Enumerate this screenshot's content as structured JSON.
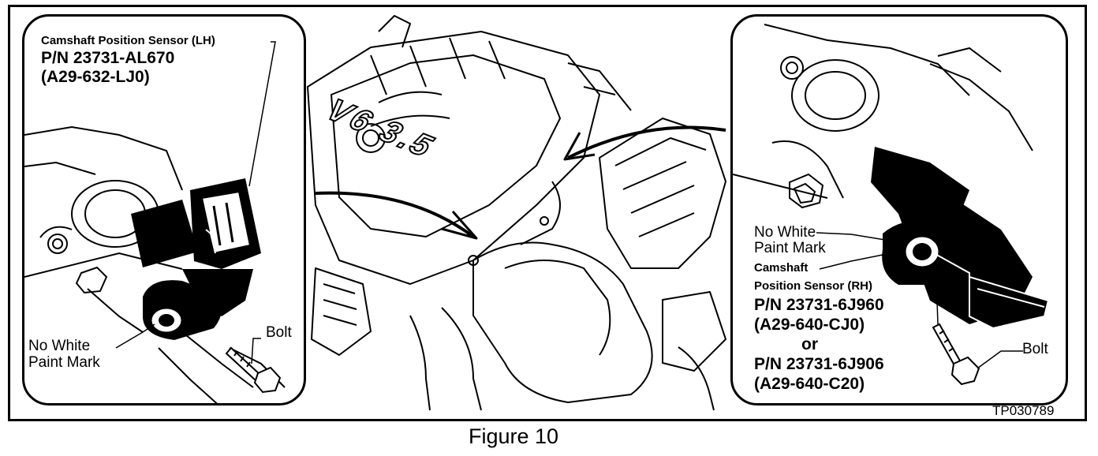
{
  "figure": {
    "caption": "Figure 10",
    "reference_code": "TP030789",
    "engine_badge": "V6 3.5"
  },
  "left_callout": {
    "title": "Camshaft Position Sensor (LH)",
    "part_number": "P/N 23731-AL670",
    "alt_code": "(A29-632-LJ0)",
    "mark_line1": "No White",
    "mark_line2": "Paint Mark",
    "bolt_label": "Bolt"
  },
  "right_callout": {
    "mark_line1": "No White",
    "mark_line2": "Paint Mark",
    "title_line1": "Camshaft",
    "title_line2": "Position Sensor (RH)",
    "part_number_1": "P/N 23731-6J960",
    "alt_code_1": "(A29-640-CJ0)",
    "or_text": "or",
    "part_number_2": "P/N 23731-6J906",
    "alt_code_2": "(A29-640-C20)",
    "bolt_label": "Bolt"
  },
  "colors": {
    "ink": "#000000",
    "paper": "#ffffff"
  }
}
